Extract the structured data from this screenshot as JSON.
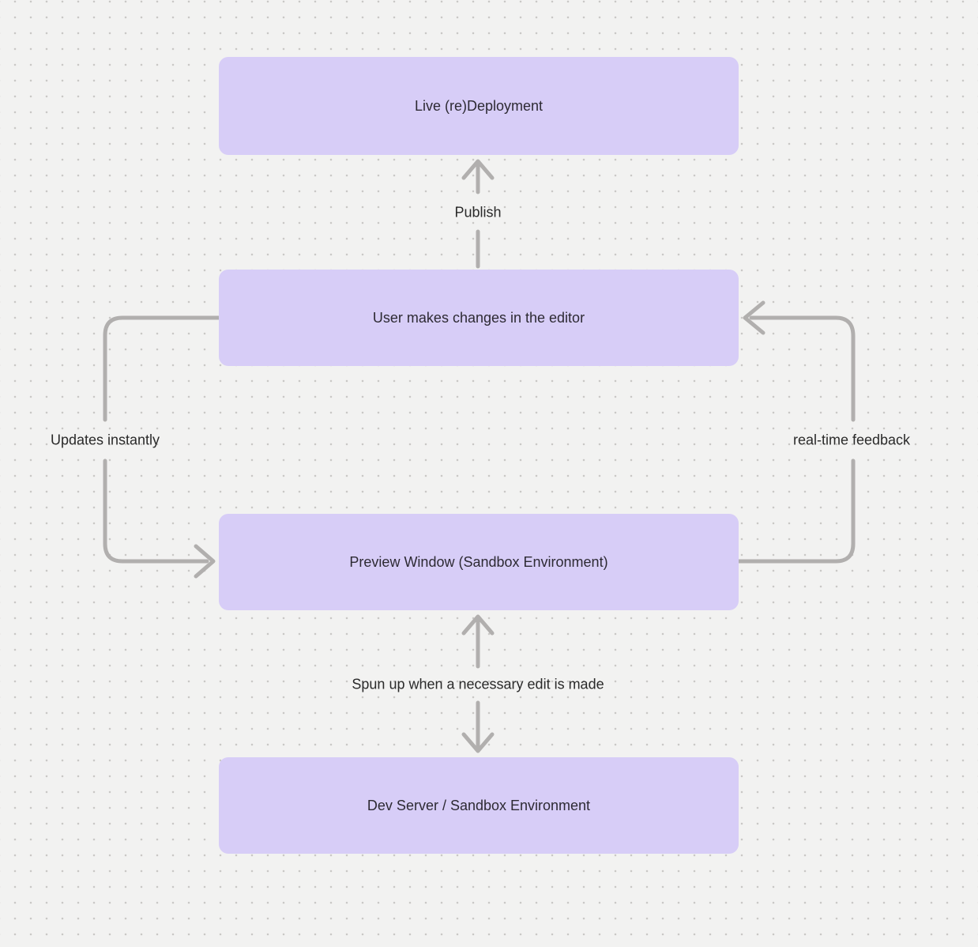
{
  "diagram": {
    "background_color": "#f2f2f1",
    "dot_grid_color": "#c9c8c6",
    "node_fill_color": "#d7cdf7",
    "node_text_color": "#2d2a33",
    "arrow_color": "#b1afae",
    "nodes": [
      {
        "id": "live-redeployment",
        "label": "Live (re)Deployment"
      },
      {
        "id": "editor-changes",
        "label": "User makes changes in the editor"
      },
      {
        "id": "preview-window",
        "label": "Preview Window (Sandbox Environment)"
      },
      {
        "id": "dev-server",
        "label": "Dev Server / Sandbox Environment"
      }
    ],
    "edges": [
      {
        "id": "publish",
        "label": "Publish",
        "from": "editor-changes",
        "to": "live-redeployment",
        "direction": "up"
      },
      {
        "id": "updates-instantly",
        "label": "Updates instantly",
        "from": "editor-changes",
        "to": "preview-window",
        "direction": "left-loop"
      },
      {
        "id": "realtime-feedback",
        "label": "real-time feedback",
        "from": "preview-window",
        "to": "editor-changes",
        "direction": "right-loop"
      },
      {
        "id": "spun-up",
        "label": "Spun up when a necessary edit is made",
        "from": "dev-server",
        "to": "preview-window",
        "direction": "both"
      }
    ]
  }
}
